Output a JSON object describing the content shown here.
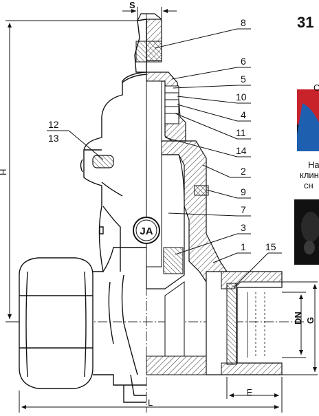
{
  "page_number": "31",
  "side_text": {
    "line_1": "С",
    "line_2": "На",
    "line_3": "клин",
    "line_4": "сн"
  },
  "dimensions": {
    "s": "S",
    "h": "H",
    "l": "L",
    "m": "m",
    "dn": "DN",
    "g": "G"
  },
  "callouts": [
    "8",
    "6",
    "5",
    "10",
    "4",
    "11",
    "14",
    "2",
    "9",
    "7",
    "3",
    "1",
    "15"
  ],
  "callout_left_top": "12",
  "callout_left_bottom": "13",
  "logo_text": "JA"
}
